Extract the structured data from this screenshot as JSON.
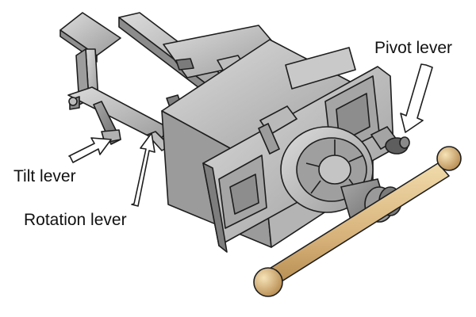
{
  "colors": {
    "background": "#ffffff",
    "metal_light": "#cfcfcf",
    "metal_mid": "#a9a9a9",
    "metal_dark": "#6e6e6e",
    "outline": "#1e1e1e",
    "wood_light": "#e9cf9c",
    "wood_dark": "#b98f55",
    "arrow_fill": "#ffffff"
  },
  "labels": {
    "pivot": "Pivot lever",
    "tilt": "Tilt lever",
    "rotation": "Rotation lever"
  },
  "icons": {
    "pivot_arrow": "arrow-down-left-icon",
    "tilt_arrow": "arrow-up-right-icon",
    "rotation_arrow": "arrow-up-icon"
  }
}
